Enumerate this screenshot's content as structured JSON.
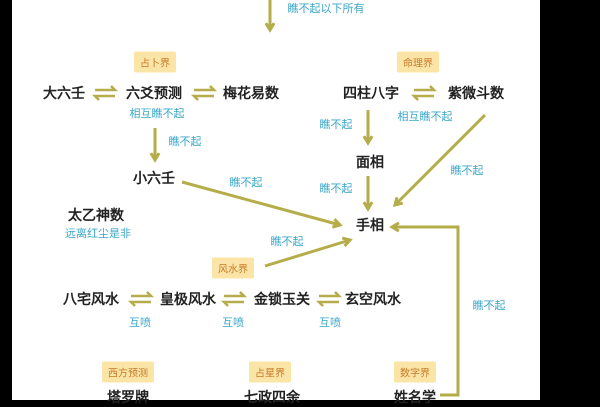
{
  "colors": {
    "arrow": "#b5ac4a",
    "label": "#3aa6c8",
    "badge_bg": "#fbe5a6",
    "badge_text": "#c77a2a"
  },
  "top_label": "瞧不起以下所有",
  "groups": {
    "divination": "占卜界",
    "destiny": "命理界",
    "fengshui": "风水界",
    "western": "西方预测",
    "astrology": "占星界",
    "numerology": "数字界"
  },
  "nodes": {
    "da_liu_ren": "大六壬",
    "liu_yao": "六爻预测",
    "mei_hua": "梅花易数",
    "si_zhu": "四柱八字",
    "zi_wei": "紫微斗数",
    "mian_xiang": "面相",
    "xiao_liu_ren": "小六壬",
    "shou_xiang": "手相",
    "tai_yi": "太乙神数",
    "ba_zhai": "八宅风水",
    "huang_ji": "皇极风水",
    "jin_suo": "金锁玉关",
    "xuan_kong": "玄空风水",
    "tarot": "塔罗牌",
    "qi_zheng": "七政四余",
    "xing_ming": "姓名学"
  },
  "labels": {
    "mutual_1": "相互瞧不起",
    "mutual_2": "相互瞧不起",
    "despise_1": "瞧不起",
    "despise_2": "瞧不起",
    "despise_3": "瞧不起",
    "despise_4": "瞧不起",
    "despise_5": "瞧不起",
    "despise_6": "瞧不起",
    "despise_7": "瞧不起",
    "tai_yi_note": "远离红尘是非",
    "spray_1": "互喷",
    "spray_2": "互喷",
    "spray_3": "互喷"
  }
}
